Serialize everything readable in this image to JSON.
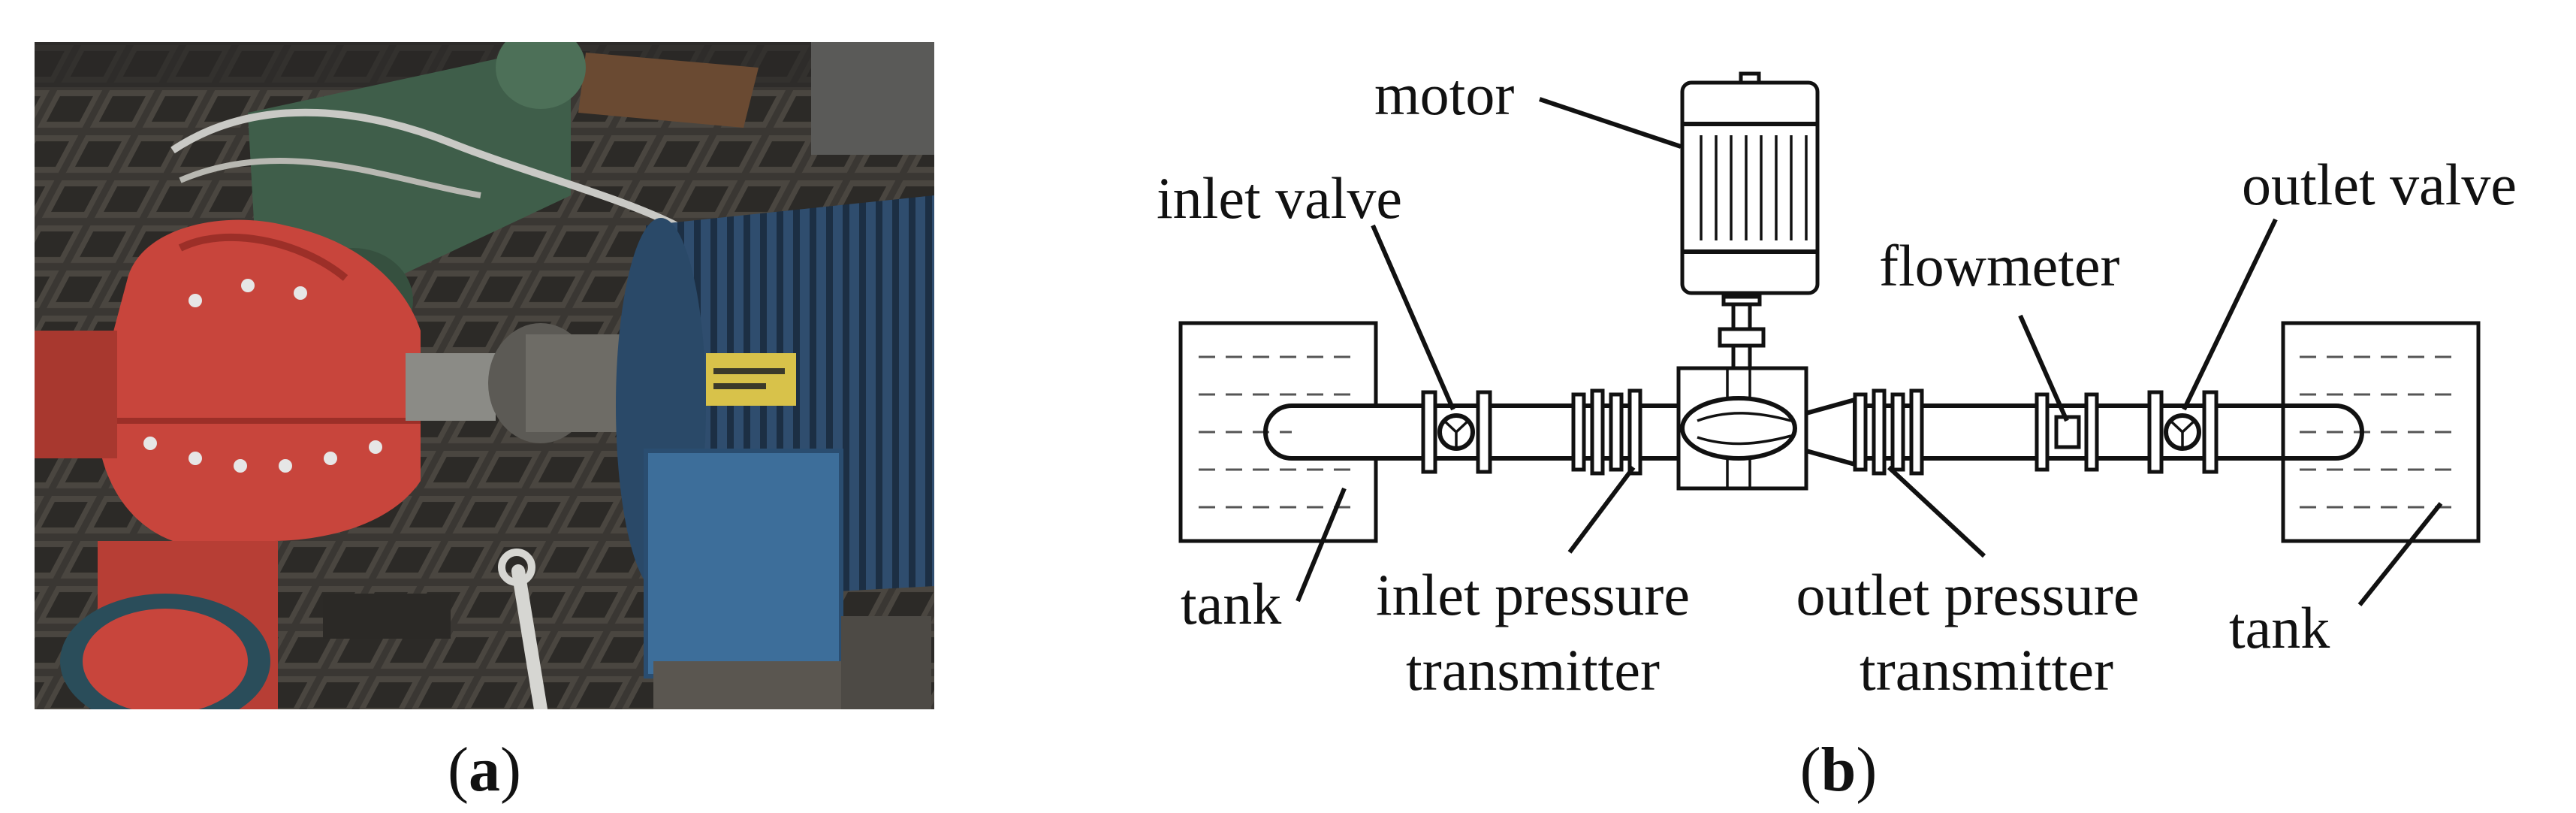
{
  "panel_a": {
    "caption_open": "(",
    "caption_letter": "a",
    "caption_close": ")"
  },
  "panel_b": {
    "caption_open": "(",
    "caption_letter": "b",
    "caption_close": ")",
    "labels": {
      "motor": "motor",
      "inlet_valve": "inlet valve",
      "outlet_valve": "outlet valve",
      "flowmeter": "flowmeter",
      "tank_left": "tank",
      "tank_right": "tank",
      "inlet_pressure_line1": "inlet pressure",
      "inlet_pressure_line2": "transmitter",
      "outlet_pressure_line1": "outlet pressure",
      "outlet_pressure_line2": "transmitter"
    }
  },
  "colors": {
    "pump_red": "#c8453c",
    "motor_blue": "#3d6e9a",
    "floor_dark": "#3a3733",
    "pipe_green": "#3f5e4a"
  }
}
